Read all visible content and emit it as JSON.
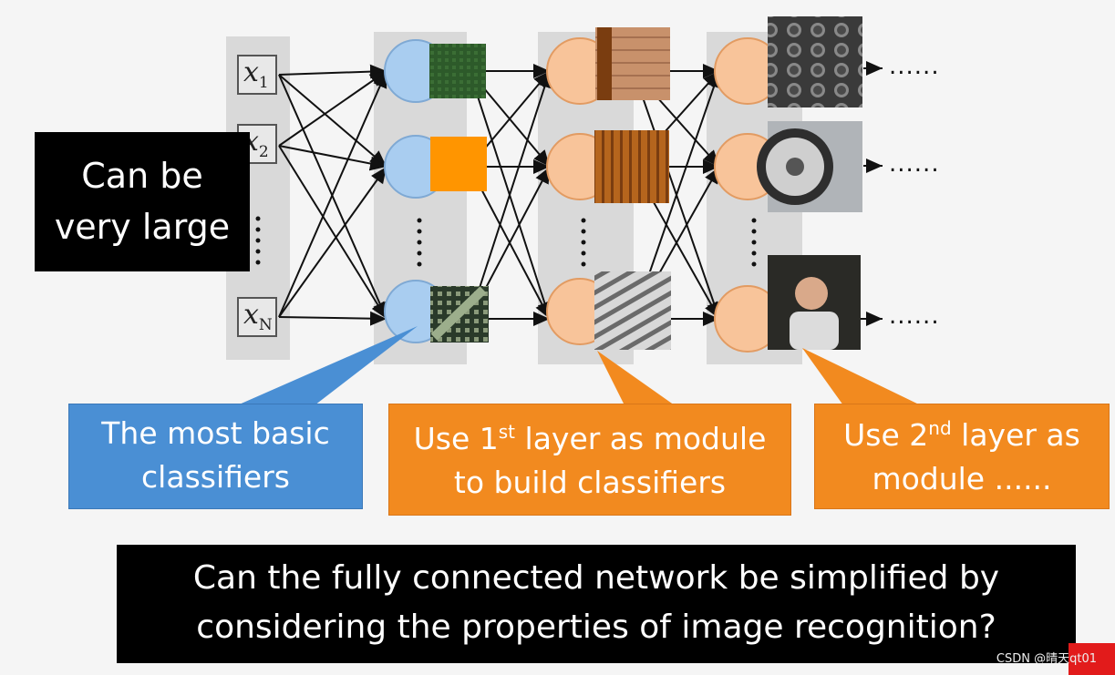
{
  "inputs": {
    "x1": {
      "var": "x",
      "sub": "1"
    },
    "x2": {
      "var": "x",
      "sub": "2"
    },
    "xN": {
      "var": "x",
      "sub": "N"
    }
  },
  "output_dots": "......",
  "large_label": {
    "line1": "Can be",
    "line2": "very large"
  },
  "callouts": {
    "basic": {
      "line1": "The most basic",
      "line2": "classifiers",
      "color": "#4a8fd4"
    },
    "first": {
      "pre": "Use 1",
      "sup": "st",
      "post": " layer as module",
      "line2": "to build classifiers",
      "color": "#f28a1f"
    },
    "second": {
      "pre": "Use 2",
      "sup": "nd",
      "post": " layer as",
      "line2": "module ......",
      "color": "#f28a1f"
    }
  },
  "question": {
    "line1": "Can the fully connected network be simplified by",
    "line2": "considering the properties of image recognition?"
  },
  "watermark": "CSDN @晴天qt01",
  "colors": {
    "neuron_blue": "#a9cdf0",
    "neuron_orange": "#f8c49a",
    "column_bg": "#d9d9d9"
  }
}
